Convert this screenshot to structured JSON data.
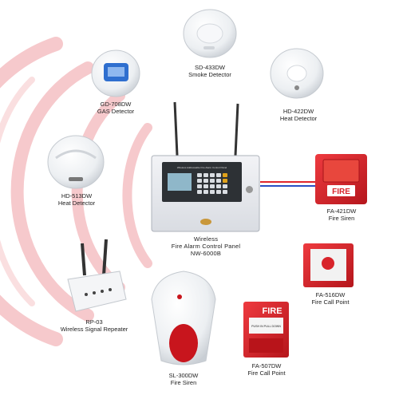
{
  "diagram": {
    "panel": {
      "name": "Wireless Fire Alarm Control Panel",
      "model": "NW-6000B",
      "label": "Wireless",
      "label2": "Fire Alarm Control Panel",
      "screen_header": "Wireless Addressable Fire Alarm Control Panel"
    },
    "devices": [
      {
        "model": "SD-433DW",
        "type": "Smoke Detector"
      },
      {
        "model": "GD-708DW",
        "type": "GAS Detector"
      },
      {
        "model": "HD-422DW",
        "type": "Heat Detector"
      },
      {
        "model": "HD-513DW",
        "type": "Heat Detector"
      },
      {
        "model": "FA-421DW",
        "type": "Fire Siren"
      },
      {
        "model": "FA-516DW",
        "type": "Fire Call Point"
      },
      {
        "model": "RP-03",
        "type": "Wireless Signal Repeater"
      },
      {
        "model": "SL-300DW",
        "type": "Fire Siren"
      },
      {
        "model": "FA-507DW",
        "type": "Fire Call Point"
      }
    ],
    "siren_text": "FIRE",
    "callpoint_text": "FIRE",
    "callpoint_sub": "PUSH IN PULL DOWN",
    "colors": {
      "wave": "#f6c9cc",
      "fire_red": "#d8242b",
      "panel_body": "#e9ebef",
      "cable_red": "#e0262d",
      "cable_blue": "#2b4fc4"
    }
  }
}
